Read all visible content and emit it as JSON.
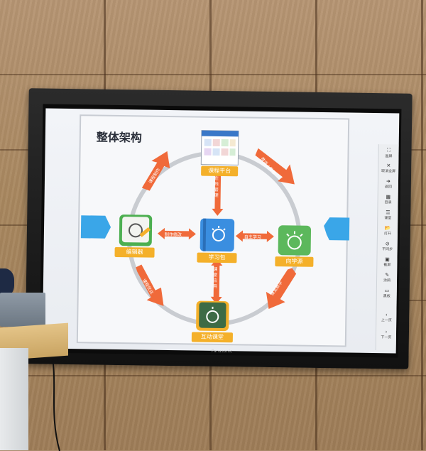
{
  "slide": {
    "title": "整体架构",
    "center": {
      "label": "学习包"
    },
    "top": {
      "label": "课程平台"
    },
    "left": {
      "label": "编辑器"
    },
    "right": {
      "label": "向学源"
    },
    "bottom": {
      "label": "互动课堂"
    },
    "arrows": {
      "top_left": "课程制作",
      "top_right": "推送 / 推荐",
      "bottom_left": "课程优化",
      "bottom_right": "课堂教学",
      "center_top": "在线管理",
      "center_left": "制作修改",
      "center_right": "自主学习",
      "center_bottom": "课堂应用"
    }
  },
  "toolbar": {
    "items": [
      {
        "glyph": "⛶",
        "label": "画屏"
      },
      {
        "glyph": "✕",
        "label": "取消全屏"
      },
      {
        "glyph": "➜",
        "label": "返回"
      },
      {
        "glyph": "▦",
        "label": "目录"
      },
      {
        "glyph": "☰",
        "label": "课堂"
      },
      {
        "glyph": "📂",
        "label": "打开"
      },
      {
        "glyph": "⊘",
        "label": "不同步"
      },
      {
        "glyph": "▣",
        "label": "截屏"
      },
      {
        "glyph": "✎",
        "label": "涂鸦"
      },
      {
        "glyph": "▭",
        "label": "黑板"
      },
      {
        "glyph": "‹",
        "label": "上一页"
      },
      {
        "glyph": "›",
        "label": "下一页"
      }
    ]
  },
  "brand": "Panasonic",
  "colors": {
    "ring": "#c9ccd1",
    "arrow": "#f06a3a",
    "label": "#f4b02a",
    "blue": "#3a8ee0",
    "green": "#5cb85c",
    "side_blue": "#3aa6e8"
  }
}
